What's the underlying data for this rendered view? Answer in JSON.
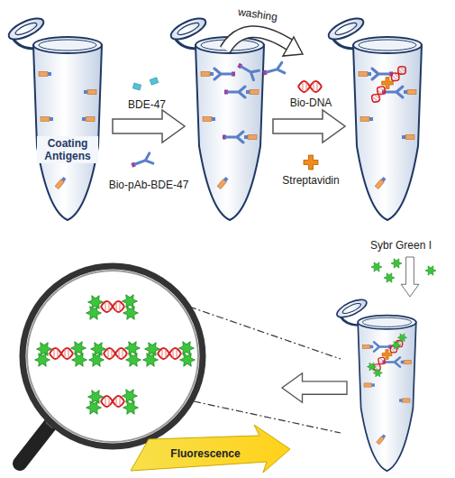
{
  "diagram": {
    "labels": [
      "Coating Antigens",
      "BDE-47",
      "Bio-pAb-BDE-47",
      "washing",
      "Bio-DNA",
      "Streptavidin",
      "Sybr Green I",
      "Fluorescence"
    ]
  }
}
